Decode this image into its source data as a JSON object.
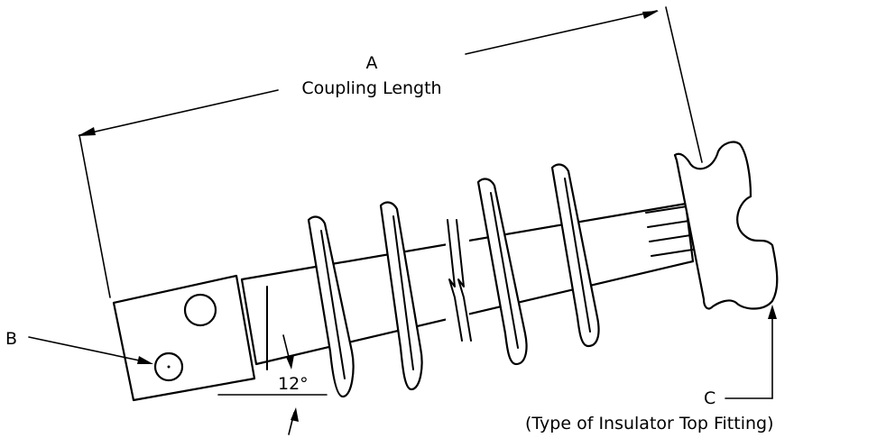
{
  "labels": {
    "a_letter": "A",
    "a_text": "Coupling Length",
    "b_letter": "B",
    "c_letter": "C",
    "c_text": "(Type of Insulator Top Fitting)",
    "angle": "12°"
  }
}
